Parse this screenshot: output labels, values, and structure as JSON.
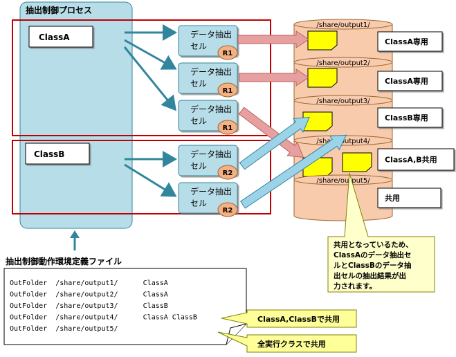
{
  "process": {
    "title": "抽出制御プロセス",
    "class_a": "ClassA",
    "class_b": "ClassB"
  },
  "cells": [
    {
      "label_line1": "データ抽出",
      "label_line2": "セル",
      "badge": "R1"
    },
    {
      "label_line1": "データ抽出",
      "label_line2": "セル",
      "badge": "R1"
    },
    {
      "label_line1": "データ抽出",
      "label_line2": "セル",
      "badge": "R1"
    },
    {
      "label_line1": "データ抽出",
      "label_line2": "セル",
      "badge": "R2"
    },
    {
      "label_line1": "データ抽出",
      "label_line2": "セル",
      "badge": "R2"
    }
  ],
  "folders": [
    {
      "path": "/share/output1/",
      "label": "ClassA専用"
    },
    {
      "path": "/share/output2/",
      "label": "ClassA専用"
    },
    {
      "path": "/share/output3/",
      "label": "ClassB専用"
    },
    {
      "path": "/share/output4/",
      "label": "ClassA,B共用"
    },
    {
      "path": "/share/output5/",
      "label": "共用"
    }
  ],
  "shared_callout": {
    "lines": [
      "共用となっているため、",
      "ClassAのデータ抽出セ",
      "ルとClassBのデータ抽",
      "出セルの抽出結果が出",
      "力されます。"
    ]
  },
  "config_file": {
    "title": "抽出制御動作環境定義ファイル",
    "lines": [
      "OutFolder  /share/output1/      ClassA",
      "OutFolder  /share/output2/      ClassA",
      "OutFolder  /share/output3/      ClassB",
      "OutFolder  /share/output4/      ClassA ClassB",
      "OutFolder  /share/output5/"
    ]
  },
  "callouts": {
    "shared_ab": "ClassA,ClassBで共用",
    "all_classes": "全実行クラスで共用"
  },
  "colors": {
    "process_fill": "#b7dde8",
    "cell_fill": "#b7dde8",
    "badge_fill": "#f4b183",
    "cylinder_fill": "#f8cbad",
    "file_fill": "#ffff00",
    "callout_fill": "#ffffcc",
    "label_fill": "#ffff99",
    "group_border": "#c00000",
    "blue_arrow": "#31859c",
    "red_arrow": "#e6a0a0"
  }
}
